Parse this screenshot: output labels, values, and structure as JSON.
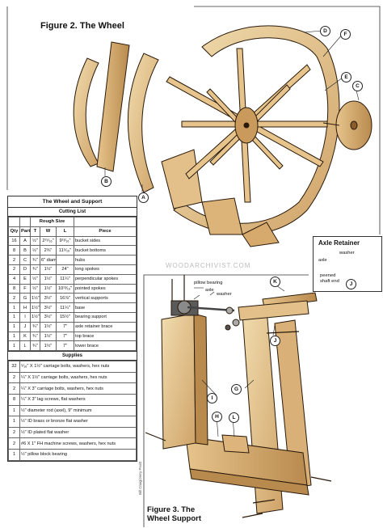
{
  "figure2": {
    "title": "Figure 2. The Wheel"
  },
  "figure3": {
    "title_line1": "Figure 3. The",
    "title_line2": "Wheel Support"
  },
  "callouts": {
    "a": "A",
    "b": "B",
    "c": "C",
    "d": "D",
    "e": "E",
    "f": "F",
    "g": "G",
    "h": "H",
    "i": "I",
    "j": "J",
    "k": "K",
    "l": "L"
  },
  "table": {
    "title": "The Wheel and Support",
    "cutting_title": "Cutting List",
    "rough_size": "Rough Size",
    "headers": [
      "Qty",
      "Part",
      "T",
      "W",
      "L",
      "Piece"
    ],
    "rows": [
      [
        "16",
        "A",
        "½\"",
        "2¹⁵⁄₁₆\"",
        "9¹³⁄₁₆\"",
        "bucket sides"
      ],
      [
        "8",
        "B",
        "½\"",
        "2¾\"",
        "11⁵⁄₁₆\"",
        "bucket bottoms"
      ],
      [
        "2",
        "C",
        "¾\"",
        "6\" diam.",
        "",
        "hubs"
      ],
      [
        "2",
        "D",
        "¾\"",
        "1½\"",
        "24\"",
        "long spokes"
      ],
      [
        "4",
        "E",
        "½\"",
        "1½\"",
        "11¼\"",
        "perpendicular spokes"
      ],
      [
        "8",
        "F",
        "½\"",
        "1½\"",
        "10¹³⁄₁₆\"",
        "pointed spokes"
      ],
      [
        "2",
        "G",
        "1½\"",
        "3½\"",
        "16⅞\"",
        "vertical supports"
      ],
      [
        "1",
        "H",
        "1½\"",
        "3½\"",
        "11¼\"",
        "base"
      ],
      [
        "1",
        "I",
        "1½\"",
        "3½\"",
        "15½\"",
        "bearing support"
      ],
      [
        "1",
        "J",
        "¾\"",
        "1½\"",
        "7\"",
        "axle retainer brace"
      ],
      [
        "1",
        "K",
        "¾\"",
        "1½\"",
        "7\"",
        "top brace"
      ],
      [
        "1",
        "L",
        "¾\"",
        "1½\"",
        "7\"",
        "lower brace"
      ]
    ],
    "supplies_title": "Supplies",
    "supplies": [
      [
        "32",
        "⁵⁄₁₆\" X 1½\" carriage bolts, washers, hex nuts"
      ],
      [
        "2",
        "¼\" X 1½\" carriage bolts, washers, hex nuts"
      ],
      [
        "2",
        "¼\" X 3\" carriage bolts, washers, hex nuts"
      ],
      [
        "8",
        "¼\" X 3\" lag screws, flat washers"
      ],
      [
        "1",
        "½\" diameter rod (axel), 9\" minimum"
      ],
      [
        "1",
        "½\" ID brass or bronze flat washer"
      ],
      [
        "2",
        "½\" ID plated flat washer"
      ],
      [
        "2",
        "#6 X 1\" FH machine screws, washers, hex nuts"
      ],
      [
        "1",
        "½\" pillow block bearing"
      ]
    ]
  },
  "labels": {
    "pillow_bearing": "pillow bearing",
    "axle": "axle",
    "washer": "washer"
  },
  "retainer": {
    "title": "Axle Retainer",
    "washer": "washer",
    "axle": "axle",
    "peened1": "peened",
    "peened2": "shaft end",
    "callout": "J"
  },
  "watermark": "WOODARCHIVIST.COM",
  "credit": "Bill Craig/Jerry Pruitt",
  "colors": {
    "wood_light": "#ecd3a2",
    "wood_mid": "#d9b27a",
    "wood_dark": "#a47640",
    "line": "#2a1a0a"
  }
}
